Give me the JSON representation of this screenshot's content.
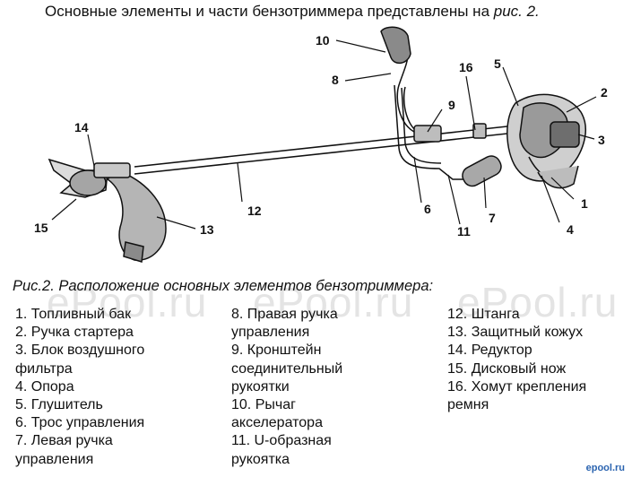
{
  "intro": {
    "text": "Основные элементы и части бензотриммера представлены на ",
    "ref": "рис. 2."
  },
  "diagram": {
    "callouts": [
      "1",
      "2",
      "3",
      "4",
      "5",
      "6",
      "7",
      "8",
      "9",
      "10",
      "11",
      "12",
      "13",
      "14",
      "15",
      "16"
    ]
  },
  "caption": "Рис.2. Расположение основных элементов бензотриммера:",
  "legend": {
    "col1": [
      "1. Топливный бак",
      "2. Ручка стартера",
      "3. Блок воздушного",
      "фильтра",
      "4. Опора",
      "5. Глушитель",
      "6. Трос управления",
      "7. Левая ручка",
      "управления"
    ],
    "col2": [
      "8. Правая ручка",
      "управления",
      "9. Кронштейн",
      "соединительный",
      "рукоятки",
      "10. Рычаг",
      "акселератора",
      "11. U-образная",
      "рукоятка"
    ],
    "col3": [
      "12. Штанга",
      "13. Защитный кожух",
      "14. Редуктор",
      "15. Дисковый нож",
      "16. Хомут крепления",
      "ремня"
    ]
  },
  "watermark": "ePool.ru",
  "logo": "epool.ru"
}
